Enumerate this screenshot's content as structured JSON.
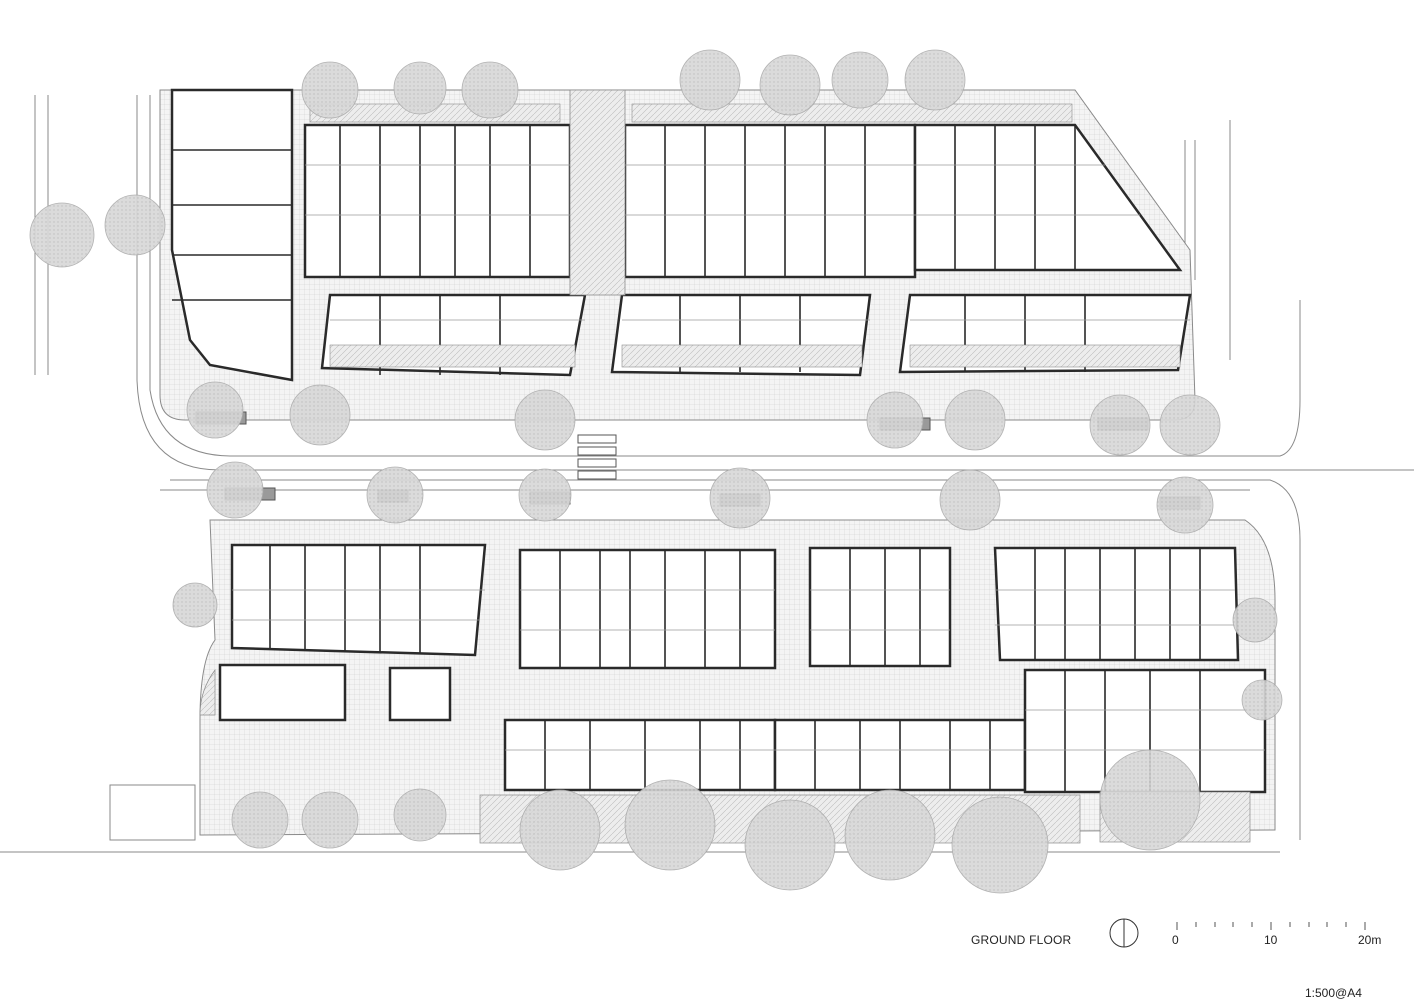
{
  "drawing": {
    "title": "GROUND FLOOR",
    "scale_ratio": "1:500@A4",
    "scale_bar": {
      "ticks": [
        "0",
        "10",
        "20m"
      ]
    }
  },
  "colors": {
    "background": "#ffffff",
    "wall": "#2a2a2a",
    "line": "#8a8a8a",
    "tree": "#cfcfcf",
    "paving": "#e6e6e6",
    "dark_fill": "#9a9a9a"
  }
}
